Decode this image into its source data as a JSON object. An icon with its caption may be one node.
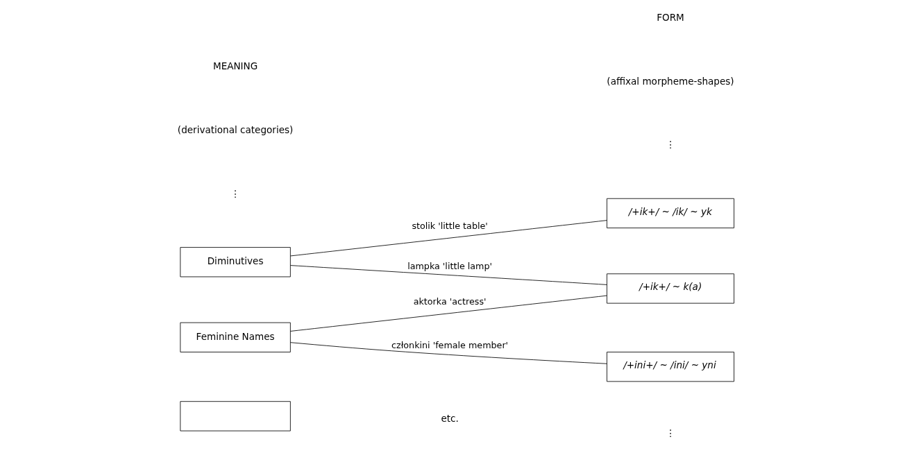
{
  "diagram": {
    "nodes": [
      {
        "text": [
          "Diminutives"
        ]
      },
      {
        "text": [
          "Feminine Names"
        ]
      },
      {
        "text": [],
        "shape": "box"
      },
      {
        "text": [
          "/+ik+/ ~ /ik/ ~ yk"
        ]
      },
      {
        "text": [
          "/+ik+/ ~ k(a)"
        ]
      },
      {
        "text": [
          "/+ini+/ ~ /ini/ ~ yni"
        ]
      }
    ],
    "edges": [
      {
        "from": 0,
        "to": 3,
        "arrow": "none",
        "label": "stolik 'little table'"
      },
      {
        "from": 0,
        "to": 4,
        "arrow": "none",
        "label": "lampka 'little lamp'"
      },
      {
        "from": 1,
        "to": 4,
        "arrow": "none",
        "label": "aktorka 'actress'"
      },
      {
        "from": 1,
        "to": 5,
        "arrow": "none",
        "label": "członkini 'female member'"
      }
    ],
    "labels": [
      "MEANING",
      "FORM",
      "(derivational categories)",
      "(affixal morpheme-shapes)",
      "⋮",
      "⋮",
      "etc.",
      "⋮"
    ]
  }
}
